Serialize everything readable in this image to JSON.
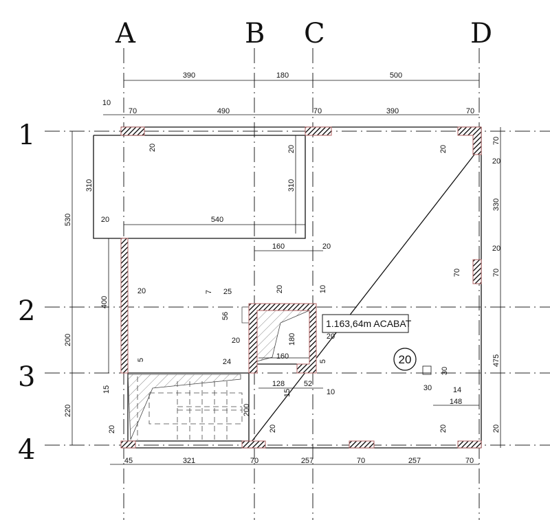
{
  "axes": {
    "columns": [
      "A",
      "B",
      "C",
      "D"
    ],
    "rows": [
      "1",
      "2",
      "3",
      "4"
    ]
  },
  "colors": {
    "wall_outline": "#b06060",
    "line": "#111111"
  },
  "annotation": {
    "level_label": "1.163,64m  ACABAT",
    "section_marker": "20"
  },
  "dims": [
    "390",
    "180",
    "500",
    "10",
    "70",
    "490",
    "70",
    "390",
    "70",
    "20",
    "20",
    "20",
    "70",
    "20",
    "530",
    "310",
    "310",
    "20",
    "540",
    "160",
    "20",
    "330",
    "20",
    "70",
    "70",
    "400",
    "20",
    "200",
    "220",
    "15",
    "5",
    "20",
    "7",
    "25",
    "56",
    "20",
    "10",
    "20",
    "24",
    "180",
    "20",
    "160",
    "5",
    "128",
    "52",
    "15",
    "10",
    "200",
    "20",
    "30",
    "30",
    "14",
    "148",
    "475",
    "20",
    "20",
    "45",
    "321",
    "70",
    "257",
    "70",
    "257",
    "70"
  ]
}
